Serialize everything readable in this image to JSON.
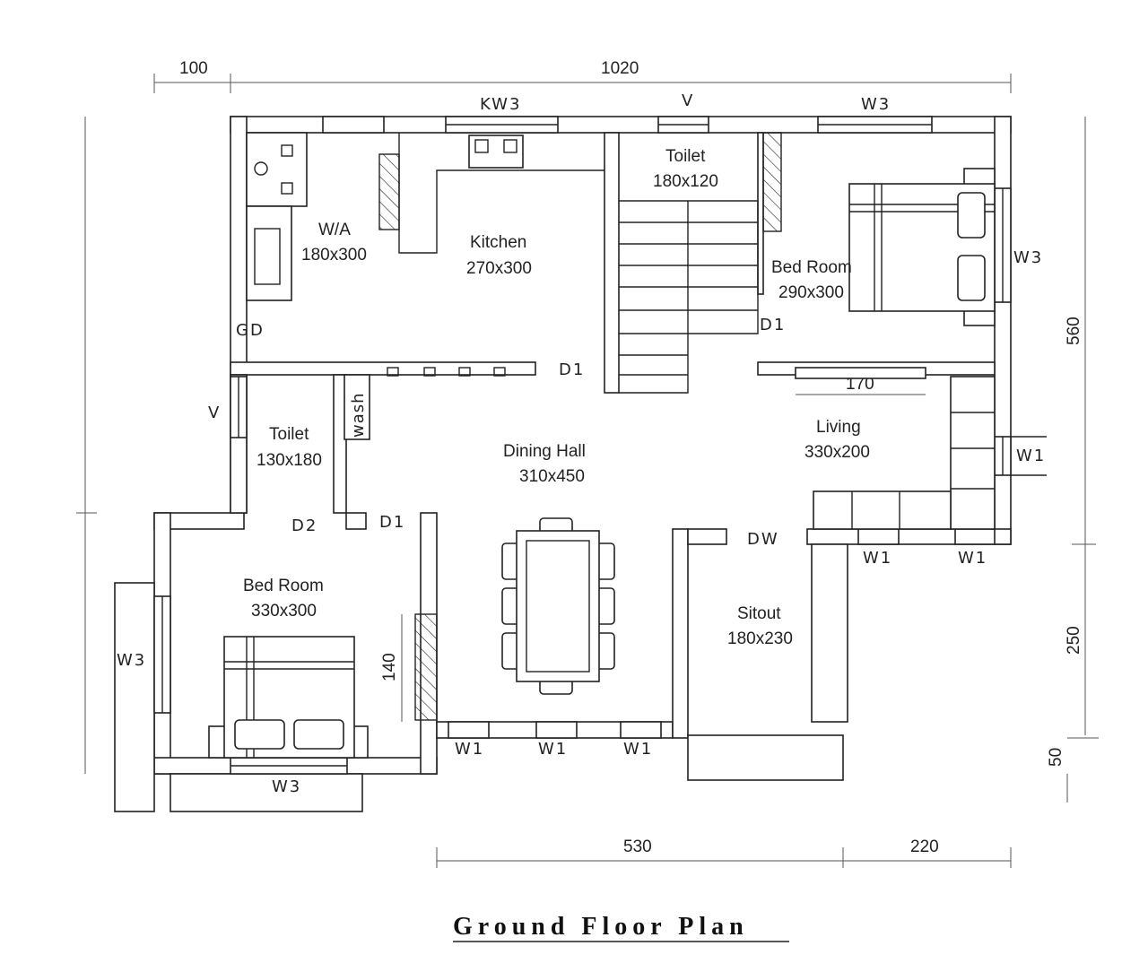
{
  "title": "Ground Floor Plan",
  "dimensions": {
    "top_left": "100",
    "top_main": "1020",
    "right_upper": "560",
    "right_mid": "250",
    "right_bottom": "50",
    "bottom_left": "530",
    "bottom_right": "220",
    "living_bench": "170",
    "bedroom_wall": "140"
  },
  "rooms": [
    {
      "name": "W/A",
      "size": "180x300"
    },
    {
      "name": "Kitchen",
      "size": "270x300"
    },
    {
      "name": "Toilet",
      "size": "180x120"
    },
    {
      "name": "Bed Room",
      "size": "290x300"
    },
    {
      "name": "Toilet",
      "size": "130x180"
    },
    {
      "name": "Dining Hall",
      "size": "310x450"
    },
    {
      "name": "Living",
      "size": "330x200"
    },
    {
      "name": "Bed Room",
      "size": "330x300"
    },
    {
      "name": "Sitout",
      "size": "180x230"
    }
  ],
  "openings": {
    "kw3": "KW3",
    "v_top": "V",
    "w3_top": "W3",
    "w3_right": "W3",
    "gd": "GD",
    "d1_kitchen": "D1",
    "d1_bed": "D1",
    "v_left": "V",
    "wash": "wash",
    "d2": "D2",
    "d1_toilet": "D1",
    "w1_right": "W1",
    "dw": "DW",
    "w1_living_a": "W1",
    "w1_living_b": "W1",
    "w3_left": "W3",
    "w3_bottom": "W3",
    "w1_a": "W1",
    "w1_b": "W1",
    "w1_c": "W1"
  }
}
